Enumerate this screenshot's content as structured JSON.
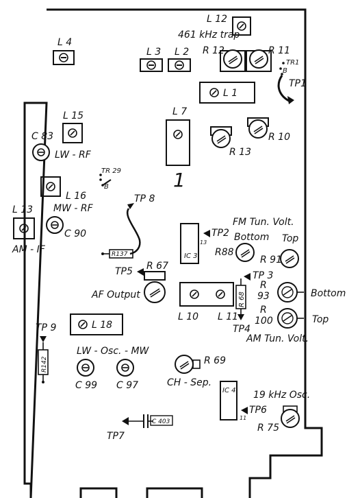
{
  "labels": {
    "l12": "L 12",
    "trap": "461 kHz  trap",
    "l4": "L 4",
    "l3": "L 3",
    "l2": "L 2",
    "r12": "R 12",
    "r11": "R 11",
    "tr1": "TR1",
    "tr1_b": "B",
    "tp1": "TP1",
    "l1": "L 1",
    "l15": "L 15",
    "l7": "L 7",
    "c83": "C 83",
    "lw_rf": "LW - RF",
    "r13": "R 13",
    "r10": "R 10",
    "one": "1",
    "tr29": "TR 29",
    "tr29_b": "B",
    "l16": "L 16",
    "tp8": "TP 8",
    "l13": "L 13",
    "mw_rf": "MW - RF",
    "c90": "C 90",
    "am_if": "AM - IF",
    "fm_tun": "FM  Tun. Volt.",
    "tp2": "TP2",
    "bottom1": "Bottom",
    "top1": "Top",
    "ic3": "IC 3",
    "pin13": "13",
    "r137": "R137",
    "r88": "R88",
    "r91": "R 91",
    "tp5": "TP5",
    "r67": "R 67",
    "tp3": "TP 3",
    "af_output": "AF  Output",
    "r68": "R 68",
    "r93a": "R",
    "r93b": "93",
    "bottom2": "Bottom",
    "l10": "L 10",
    "l11": "L 11",
    "tp4": "TP4",
    "r100a": "R",
    "r100b": "100",
    "top2": "Top",
    "am_tun": "AM  Tun. Volt.",
    "tp9": "TP 9",
    "l18": "L 18",
    "r142": "R142",
    "lw_osc": "LW - Osc. - MW",
    "r69": "R 69",
    "c99": "C 99",
    "c97": "C 97",
    "ch_sep": "CH - Sep.",
    "ic4": "IC 4",
    "osc19": "19 kHz  Osc.",
    "tp6": "TP6",
    "pin11": "11",
    "c403": "C 403",
    "tp7": "TP7",
    "r75": "R 75"
  }
}
